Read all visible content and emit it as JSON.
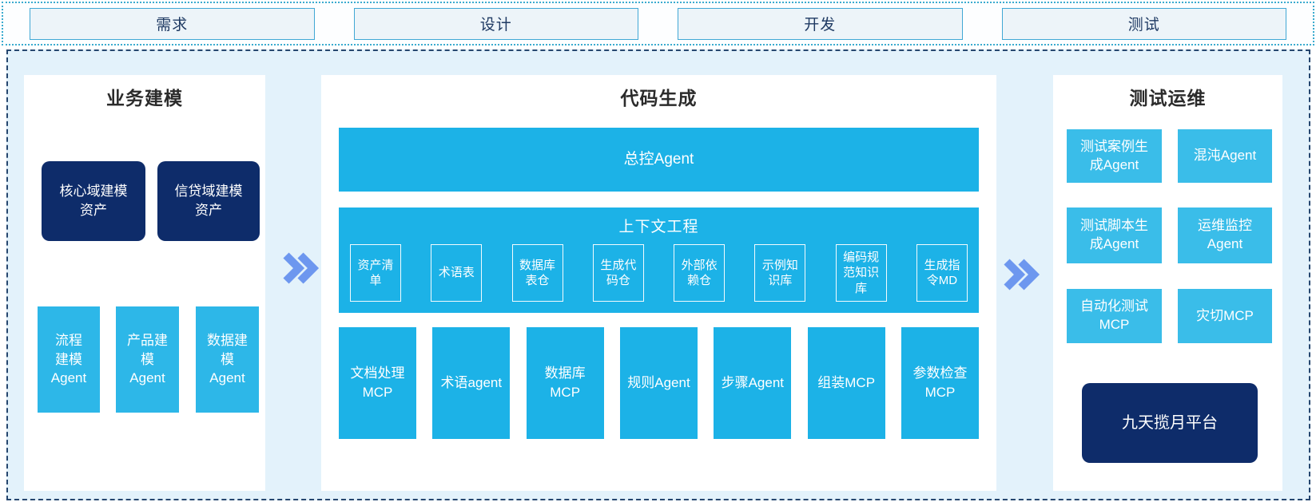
{
  "phases": {
    "items": [
      "需求",
      "设计",
      "开发",
      "测试"
    ]
  },
  "sections": {
    "business_modeling": {
      "title": "业务建模",
      "assets": [
        "核心域建模资产",
        "信贷域建模资产"
      ],
      "agents": [
        "流程建模Agent",
        "产品建模Agent",
        "数据建模Agent"
      ]
    },
    "code_generation": {
      "title": "代码生成",
      "master_agent": "总控Agent",
      "context_engineering": {
        "title": "上下文工程",
        "items": [
          "资产清单",
          "术语表",
          "数据库表仓",
          "生成代码仓",
          "外部依赖仓",
          "示例知识库",
          "编码规范知识库",
          "生成指令MD"
        ]
      },
      "tools": [
        "文档处理MCP",
        "术语agent",
        "数据库MCP",
        "规则Agent",
        "步骤Agent",
        "组装MCP",
        "参数检查MCP"
      ]
    },
    "test_ops": {
      "title": "测试运维",
      "boxes": [
        "测试案例生成Agent",
        "混沌Agent",
        "测试脚本生成Agent",
        "运维监控Agent",
        "自动化测试MCP",
        "灾切MCP"
      ],
      "platform": "九天揽月平台"
    }
  },
  "colors": {
    "cyan_middle": "#1cb2e7",
    "cyan_left": "#2db7e8",
    "cyan_right": "#3abde9",
    "navy": "#0e2c6a",
    "chevron_blue": "#6d97ef",
    "main_background": "#e3f2fb",
    "main_border": "#26476f",
    "strip_border": "#3aabcf",
    "phase_fill": "#edf4f9",
    "phase_border": "#41a8d5"
  }
}
